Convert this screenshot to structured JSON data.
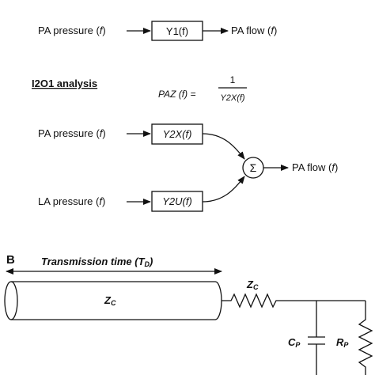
{
  "colors": {
    "ink": "#111111",
    "background": "#ffffff"
  },
  "panel_a": {
    "top_row": {
      "input_label": "PA pressure (",
      "input_var": "f",
      "input_close": ")",
      "box_label": "Y1(f)",
      "output_label": "PA flow (",
      "output_var": "f",
      "output_close": ")"
    },
    "section_title": "I2O1 analysis",
    "equation": {
      "lhs": "PAZ (f) =",
      "numerator": "1",
      "denominator": "Y2X(f)"
    },
    "input_1": {
      "label": "PA pressure (",
      "var": "f",
      "close": ")",
      "box_label": "Y2X(f)"
    },
    "input_2": {
      "label": "LA pressure (",
      "var": "f",
      "close": ")",
      "box_label": "Y2U(f)"
    },
    "sum_symbol": "Σ",
    "output": {
      "label": "PA flow (",
      "var": "f",
      "close": ")"
    }
  },
  "panel_b": {
    "panel_letter": "B",
    "transmission_label": "Transmission time (",
    "transmission_var": "T",
    "transmission_sub": "D",
    "transmission_close": ")",
    "tube_label": "Z",
    "tube_sub": "C",
    "series_resistor_label": "Z",
    "series_resistor_sub": "C",
    "capacitor_label": "C",
    "capacitor_sub": "P",
    "resistor_label": "R",
    "resistor_sub": "P"
  }
}
